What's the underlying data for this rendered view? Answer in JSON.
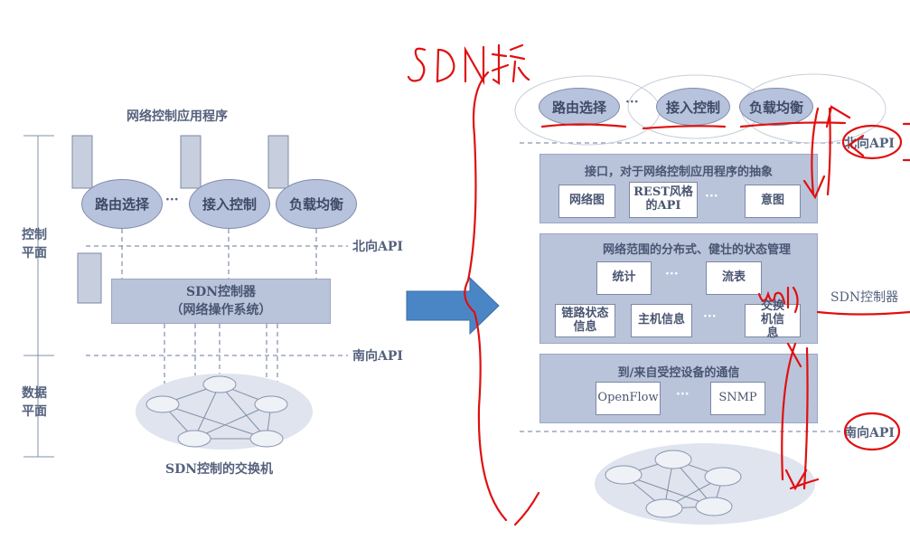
{
  "left": {
    "title": "网络控制应用程序",
    "control_plane": "控制平面",
    "data_plane": "数据平面",
    "apps": [
      "路由选择",
      "接入控制",
      "负载均衡"
    ],
    "dots": "···",
    "northbound": "北向API",
    "southbound": "南向API",
    "controller_line1": "SDN控制器",
    "controller_line2": "（网络操作系统）",
    "switches_caption": "SDN控制的交换机"
  },
  "right": {
    "apps": [
      "路由选择",
      "接入控制",
      "负载均衡"
    ],
    "dots": "···",
    "northbound": "北向API",
    "southbound": "南向API",
    "controller_label": "SDN控制器",
    "layer1": {
      "title": "接口，对于网络控制应用程序的抽象",
      "items": [
        "网络图",
        "REST风格的API",
        "意图"
      ]
    },
    "layer2": {
      "title": "网络范围的分布式、健壮的状态管理",
      "items": [
        "统计",
        "流表",
        "链路状态信息",
        "主机信息",
        "交换机信息"
      ]
    },
    "layer3": {
      "title": "到/来自受控设备的通信",
      "items": [
        "OpenFlow",
        "SNMP"
      ]
    }
  },
  "annotation": {
    "handwriting": "SDN控",
    "ink_color": "#e01010"
  },
  "colors": {
    "box": "#b9c4db",
    "arrow": "#4a86c5"
  }
}
